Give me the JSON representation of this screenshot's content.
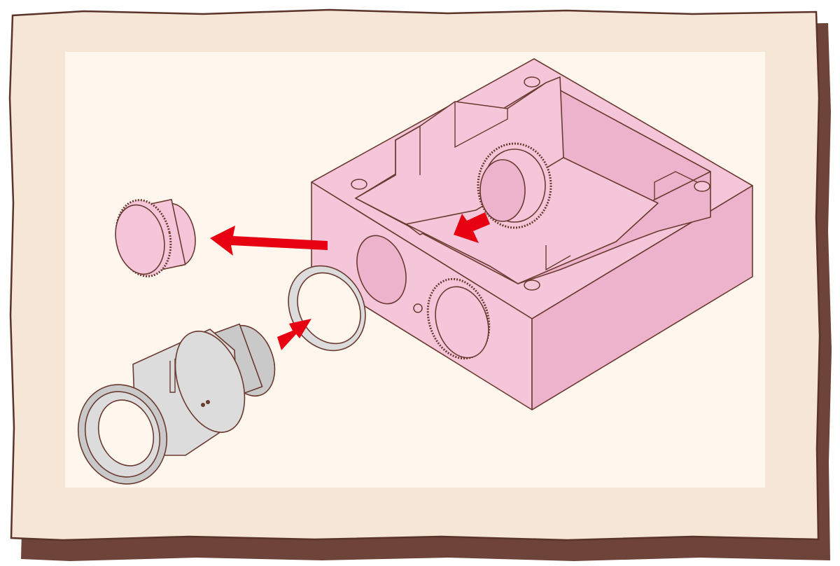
{
  "illustration": {
    "subject": "junction-box-fitting-assembly",
    "parts": [
      {
        "id": "junction-box",
        "role": "pink-box-with-knockout-holes"
      },
      {
        "id": "blanking-plug",
        "role": "knurled-cap-removed-from-hole"
      },
      {
        "id": "sealing-washer",
        "role": "ring-washer"
      },
      {
        "id": "conduit-fitting",
        "role": "grey-threaded-fitting"
      },
      {
        "id": "lock-nut",
        "role": "knurled-nut-inside-box"
      }
    ],
    "arrows": [
      {
        "id": "remove-plug-arrow",
        "meaning": "remove"
      },
      {
        "id": "insert-fitting-arrow",
        "meaning": "insert"
      },
      {
        "id": "tighten-nut-arrow",
        "meaning": "attach"
      }
    ]
  },
  "colors": {
    "frame_paper": "#f5e6d6",
    "frame_shadow": "#6e4339",
    "frame_outline": "#5a3428",
    "panel": "#fff6ee",
    "box_fill": "#f5c6da",
    "box_shade": "#eeb3cc",
    "line": "#6b3a2f",
    "fitting_fill": "#dcdcdc",
    "fitting_shade": "#c9c9c9",
    "arrow": "#e60012"
  }
}
